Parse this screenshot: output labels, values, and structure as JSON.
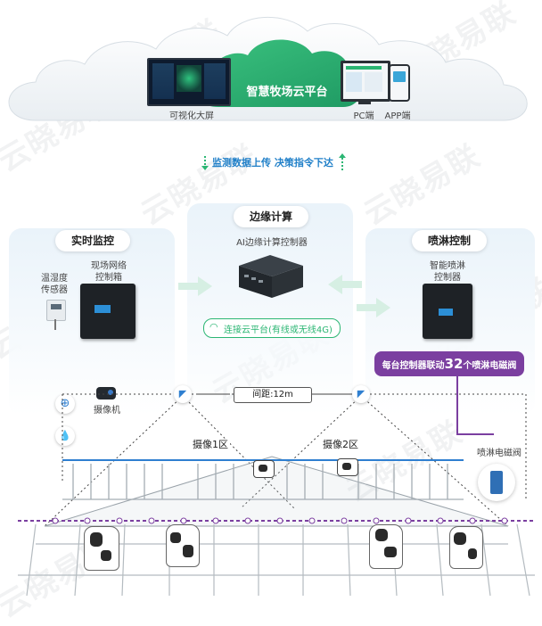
{
  "cloud": {
    "title": "智慧牧场云平台",
    "big_screen_label": "可视化大屏",
    "pc_label": "PC端",
    "app_label": "APP端"
  },
  "flow": {
    "text": "监测数据上传 决策指令下达"
  },
  "watermark": "云晓易联",
  "edge": {
    "title": "边缘计算",
    "controller_label": "AI边缘计算控制器",
    "connect_text": "连接云平台(有线或无线4G)"
  },
  "monitor": {
    "title": "实时监控",
    "sensor_label": "温湿度\n传感器",
    "box_label": "现场网络\n控制箱",
    "camera_label": "摄像机"
  },
  "spray": {
    "title": "喷淋控制",
    "controller_label": "智能喷淋\n控制器",
    "banner_prefix": "每台控制器联动",
    "banner_number": "32",
    "banner_suffix": "个喷淋电磁阀",
    "valve_label": "喷淋电磁阀"
  },
  "field": {
    "spacing": "间距:12m",
    "zone1": "摄像1区",
    "zone2": "摄像2区"
  },
  "colors": {
    "green": "#2bb673",
    "purple": "#7b3fa0",
    "blue": "#2f7fd0",
    "panel": "#eaf3fa"
  }
}
